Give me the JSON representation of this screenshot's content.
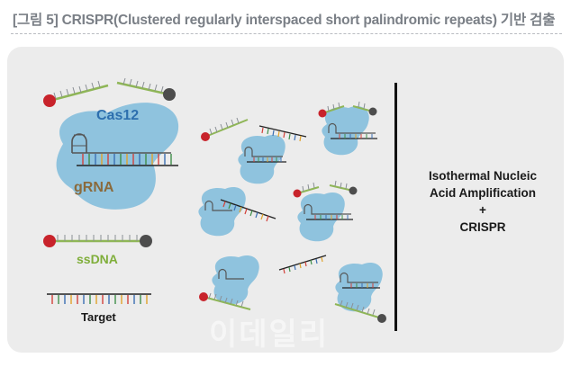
{
  "header": {
    "title": "[그림 5] CRISPR(Clustered regularly interspaced short palindromic repeats) 기반 검출"
  },
  "diagram": {
    "labels": {
      "cas": "Cas12",
      "grna": "gRNA",
      "ssdna": "ssDNA",
      "target": "Target"
    },
    "right_text": {
      "line1": "Isothermal Nucleic",
      "line2": "Acid Amplification",
      "line3": "+",
      "line4": "CRISPR"
    },
    "colors": {
      "protein": "#8fc3de",
      "ssdna_backbone": "#8fb657",
      "reporter_red": "#c8232b",
      "quencher_dark": "#4d4d4d",
      "label_blue": "#2d6fae",
      "label_brown": "#8a6a3c",
      "label_green": "#7fae3a"
    }
  },
  "watermark": "이데일리"
}
